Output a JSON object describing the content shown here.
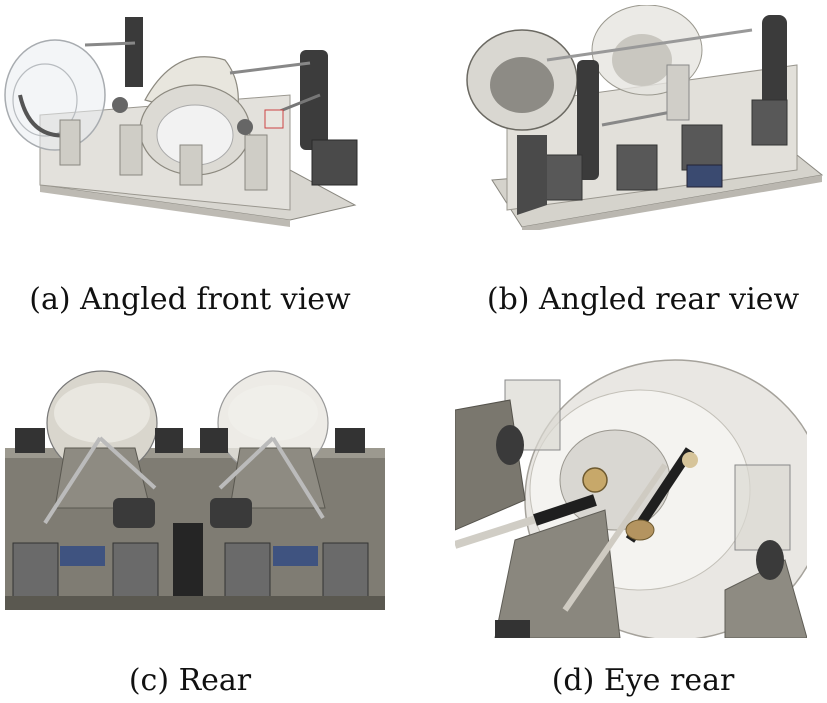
{
  "figure": {
    "panels": [
      {
        "id": "a",
        "caption": "(a) Angled front view"
      },
      {
        "id": "b",
        "caption": "(b) Angled rear view"
      },
      {
        "id": "c",
        "caption": "(c) Rear"
      },
      {
        "id": "d",
        "caption": "(d) Eye rear"
      }
    ]
  }
}
